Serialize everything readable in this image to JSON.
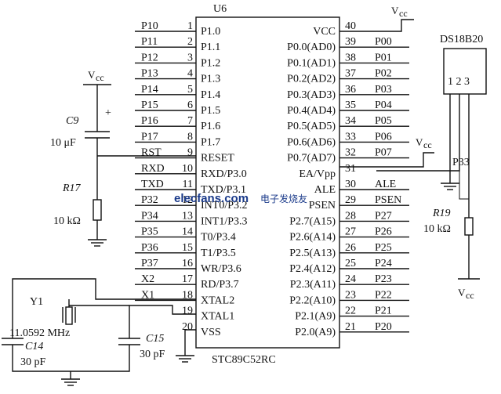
{
  "chip": {
    "ref": "U6",
    "part": "STC89C52RC",
    "left_pins": [
      {
        "num": "1",
        "name": "P1.0",
        "net": "P10"
      },
      {
        "num": "2",
        "name": "P1.1",
        "net": "P11"
      },
      {
        "num": "3",
        "name": "P1.2",
        "net": "P12"
      },
      {
        "num": "4",
        "name": "P1.3",
        "net": "P13"
      },
      {
        "num": "5",
        "name": "P1.4",
        "net": "P14"
      },
      {
        "num": "6",
        "name": "P1.5",
        "net": "P15"
      },
      {
        "num": "7",
        "name": "P1.6",
        "net": "P16"
      },
      {
        "num": "8",
        "name": "P1.7",
        "net": "P17"
      },
      {
        "num": "9",
        "name": "RESET",
        "net": "RST"
      },
      {
        "num": "10",
        "name": "RXD/P3.0",
        "net": "RXD"
      },
      {
        "num": "11",
        "name": "TXD/P3.1",
        "net": "TXD"
      },
      {
        "num": "12",
        "name": "INT0/P3.2",
        "net": "P32"
      },
      {
        "num": "13",
        "name": "INT1/P3.3",
        "net": "P34"
      },
      {
        "num": "14",
        "name": "T0/P3.4",
        "net": "P35"
      },
      {
        "num": "15",
        "name": "T1/P3.5",
        "net": "P36"
      },
      {
        "num": "16",
        "name": "WR/P3.6",
        "net": "P37"
      },
      {
        "num": "17",
        "name": "RD/P3.7",
        "net": "X2"
      },
      {
        "num": "18",
        "name": "XTAL2",
        "net": "X1"
      },
      {
        "num": "19",
        "name": "XTAL1",
        "net": ""
      },
      {
        "num": "20",
        "name": "VSS",
        "net": ""
      }
    ],
    "right_pins": [
      {
        "num": "40",
        "name": "VCC",
        "net": ""
      },
      {
        "num": "39",
        "name": "P0.0(AD0)",
        "net": "P00"
      },
      {
        "num": "38",
        "name": "P0.1(AD1)",
        "net": "P01"
      },
      {
        "num": "37",
        "name": "P0.2(AD2)",
        "net": "P02"
      },
      {
        "num": "36",
        "name": "P0.3(AD3)",
        "net": "P03"
      },
      {
        "num": "35",
        "name": "P0.4(AD4)",
        "net": "P04"
      },
      {
        "num": "34",
        "name": "P0.5(AD5)",
        "net": "P05"
      },
      {
        "num": "33",
        "name": "P0.6(AD6)",
        "net": "P06"
      },
      {
        "num": "32",
        "name": "P0.7(AD7)",
        "net": "P07"
      },
      {
        "num": "31",
        "name": "EA/Vpp",
        "net": ""
      },
      {
        "num": "30",
        "name": "ALE",
        "net": "ALE"
      },
      {
        "num": "29",
        "name": "PSEN",
        "net": "PSEN"
      },
      {
        "num": "28",
        "name": "P2.7(A15)",
        "net": "P27"
      },
      {
        "num": "27",
        "name": "P2.6(A14)",
        "net": "P26"
      },
      {
        "num": "26",
        "name": "P2.5(A13)",
        "net": "P25"
      },
      {
        "num": "25",
        "name": "P2.4(A12)",
        "net": "P24"
      },
      {
        "num": "24",
        "name": "P2.3(A11)",
        "net": "P23"
      },
      {
        "num": "23",
        "name": "P2.2(A10)",
        "net": "P22"
      },
      {
        "num": "22",
        "name": "P2.1(A9)",
        "net": "P21"
      },
      {
        "num": "21",
        "name": "P2.0(A9)",
        "net": "P20"
      }
    ]
  },
  "power_label": "V",
  "power_sub": "cc",
  "reset": {
    "cap_ref": "C9",
    "cap_val": "10 μF",
    "plus": "+",
    "res_ref": "R17",
    "res_val": "10 kΩ"
  },
  "crystal": {
    "ref": "Y1",
    "freq": "11.0592  MHz",
    "c14_ref": "C14",
    "c14_val": "30 pF",
    "c15_ref": "C15",
    "c15_val": "30 pF"
  },
  "sensor": {
    "ref": "DS18B20",
    "pins": "1  2  3",
    "net": "P33",
    "res_ref": "R19",
    "res_val": "10 kΩ"
  },
  "watermark": {
    "text": "elecfans.com",
    "cn": "电子发烧友"
  }
}
